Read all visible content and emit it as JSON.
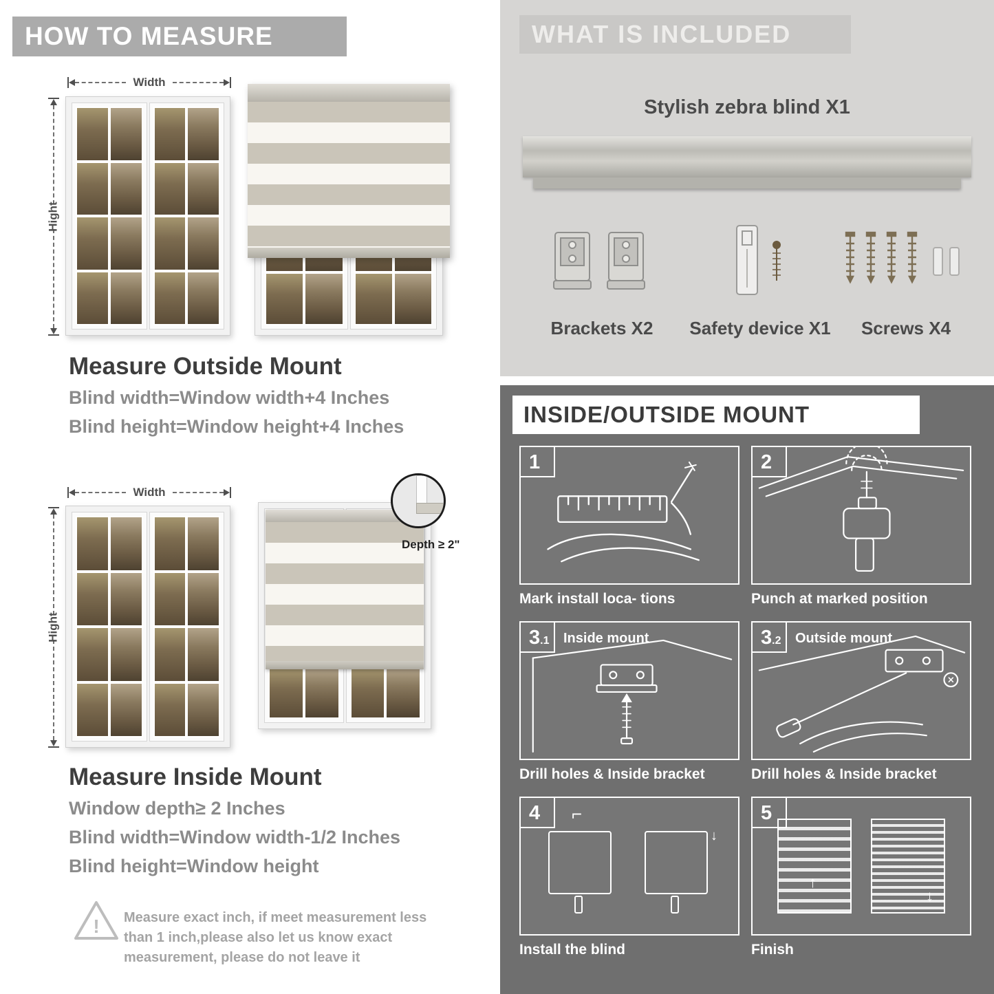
{
  "colors": {
    "banner_gray": "#ababab",
    "included_bg": "#d6d5d3",
    "mount_bg": "#6f6f6f",
    "heading_dark": "#3d3d3d",
    "body_gray": "#8b8b8b"
  },
  "left": {
    "header": "HOW TO MEASURE",
    "outside": {
      "width_label": "Width",
      "height_label": "Hight",
      "title": "Measure Outside Mount",
      "lines": [
        "Blind width=Window width+4 Inches",
        "Blind height=Window height+4 Inches"
      ]
    },
    "inside": {
      "width_label": "Width",
      "height_label": "Hight",
      "depth_note": "Depth ≥ 2\"",
      "title": "Measure Inside Mount",
      "lines": [
        "Window depth≥ 2 Inches",
        "Blind width=Window width-1/2 Inches",
        "Blind height=Window height"
      ]
    },
    "warning_mark": "!",
    "warning_text": "Measure exact inch, if meet measurement less than 1 inch,please also let us know exact measurement, please do not leave it"
  },
  "included": {
    "header": "WHAT IS INCLUDED",
    "blind_label": "Stylish zebra blind X1",
    "items": [
      {
        "label": "Brackets X2"
      },
      {
        "label": "Safety device X1"
      },
      {
        "label": "Screws X4"
      }
    ]
  },
  "mount": {
    "header": "INSIDE/OUTSIDE MOUNT",
    "steps": [
      {
        "num": "1",
        "sub": "",
        "inner_label": "",
        "caption": "Mark install loca- tions"
      },
      {
        "num": "2",
        "sub": "",
        "inner_label": "",
        "caption": "Punch at marked position"
      },
      {
        "num": "3",
        "sub": ".1",
        "inner_label": "Inside mount",
        "caption": "Drill holes & Inside bracket"
      },
      {
        "num": "3",
        "sub": ".2",
        "inner_label": "Outside mount",
        "caption": "Drill holes & Inside bracket"
      },
      {
        "num": "4",
        "sub": "",
        "inner_label": "",
        "caption": "Install the blind"
      },
      {
        "num": "5",
        "sub": "",
        "inner_label": "",
        "caption": "Finish"
      }
    ]
  }
}
